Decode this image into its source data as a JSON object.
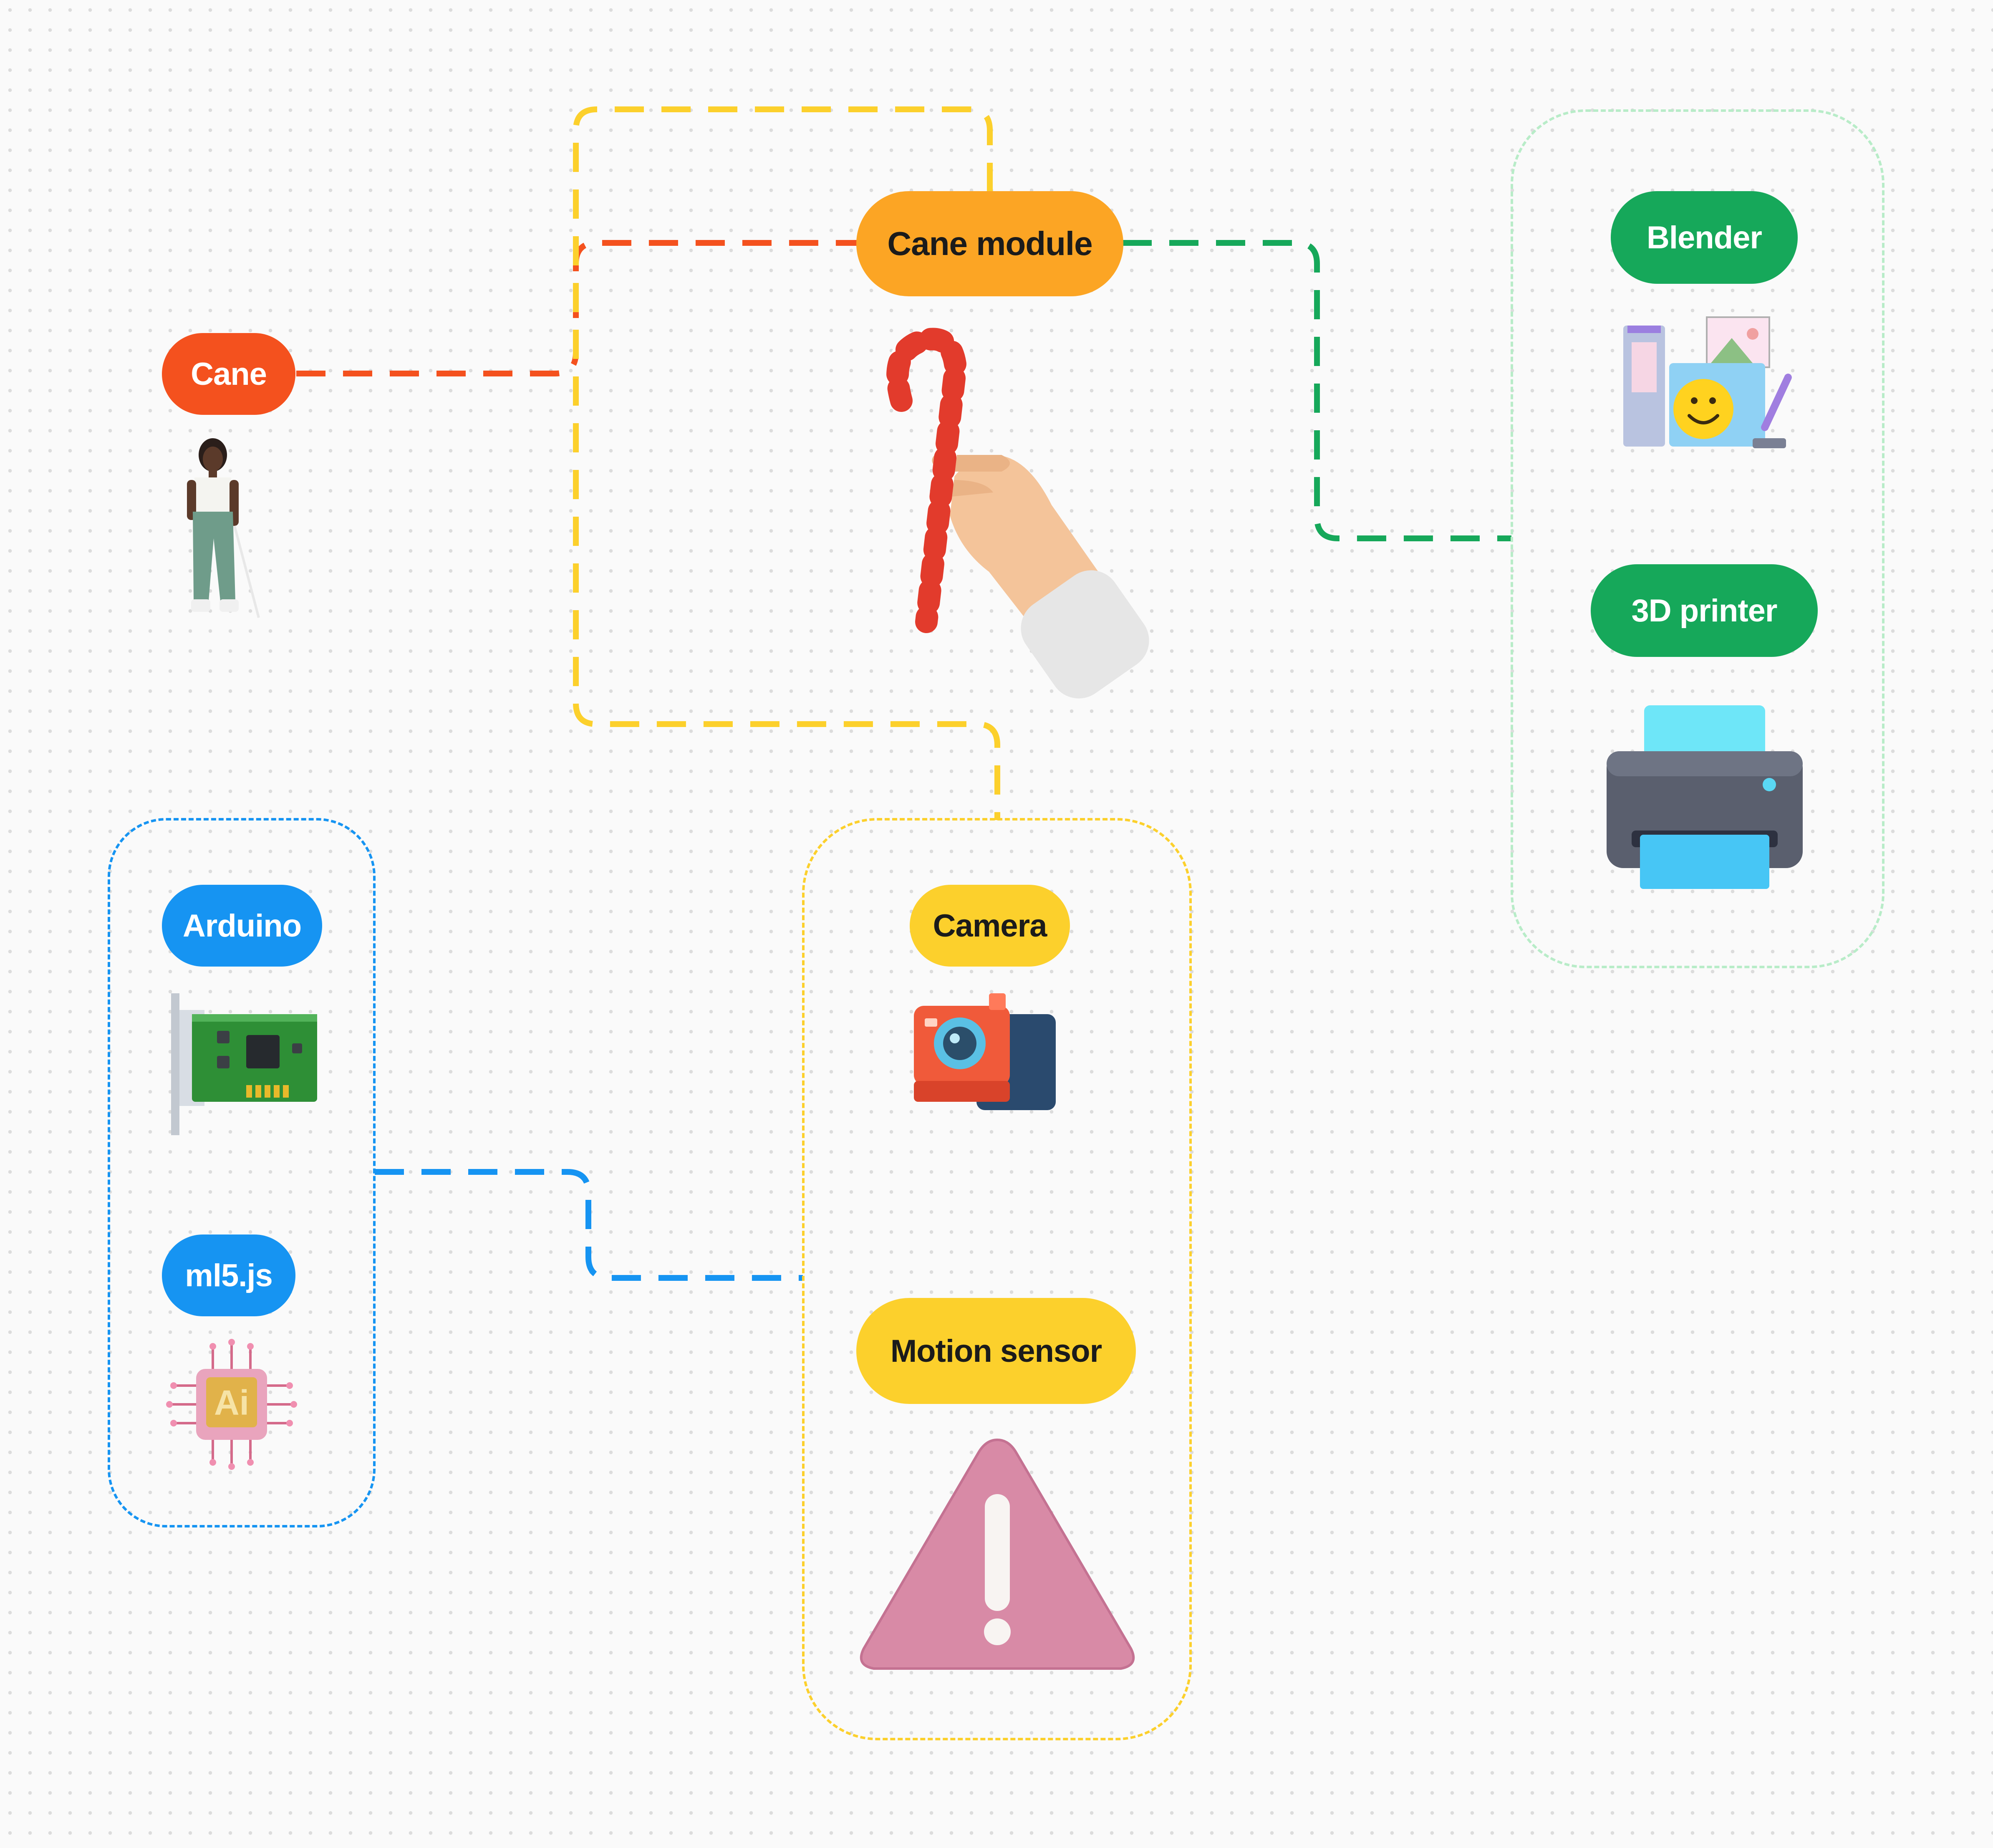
{
  "nodes": {
    "cane_module": "Cane module",
    "cane": "Cane",
    "blender": "Blender",
    "printer_3d": "3D printer",
    "arduino": "Arduino",
    "ml5js": "ml5.js",
    "camera": "Camera",
    "motion_sensor": "Motion sensor"
  },
  "logo_text": {
    "ai_chip": "Ai"
  },
  "icons": {
    "cane": "person-with-white-cane-icon",
    "cane_module": "hand-holding-candy-cane-icon",
    "blender": "design-workspace-smiley-icon",
    "printer_3d": "printer-icon",
    "arduino": "circuit-board-icon",
    "ml5js": "ai-chip-icon",
    "camera": "instant-camera-icon",
    "motion_sensor": "warning-triangle-icon"
  },
  "colors": {
    "orange": "#fca524",
    "red": "#f4511e",
    "green": "#16a85a",
    "blue": "#1694f2",
    "yellow": "#fcd02c",
    "mint_border": "#b8ecc8"
  }
}
